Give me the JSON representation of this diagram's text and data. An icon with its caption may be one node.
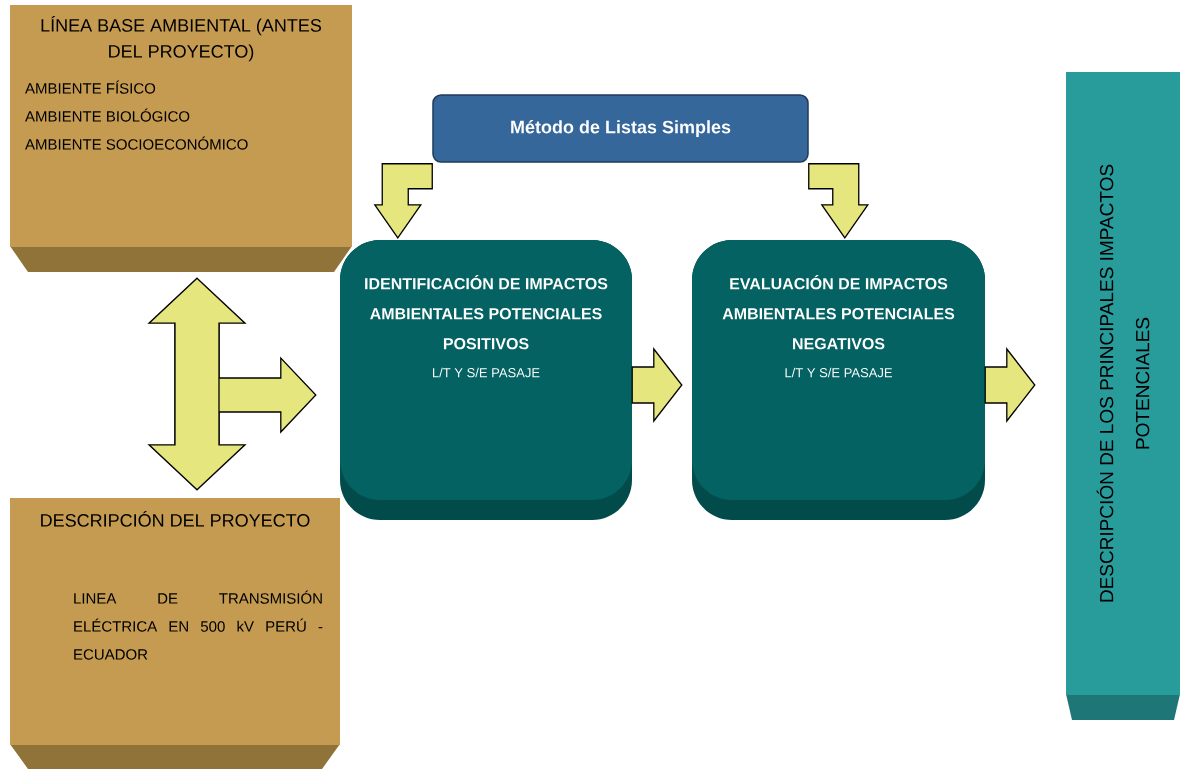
{
  "diagram": {
    "nodes": [
      {
        "text": [
          "LÍNEA BASE AMBIENTAL (ANTES DEL PROYECTO)",
          "AMBIENTE FÍSICO",
          "AMBIENTE BIOLÓGICO",
          "AMBIENTE SOCIOECONÓMICO"
        ]
      },
      {
        "text": [
          "DESCRIPCIÓN DEL PROYECTO",
          "LINEA DE TRANSMISIÓN ELÉCTRICA EN 500 kV PERÚ - ECUADOR"
        ]
      },
      {
        "text": [
          "Método de Listas Simples"
        ]
      },
      {
        "text": [
          "IDENTIFICACIÓN DE IMPACTOS AMBIENTALES POTENCIALES POSITIVOS",
          "L/T Y S/E PASAJE"
        ]
      },
      {
        "text": [
          "EVALUACIÓN DE IMPACTOS AMBIENTALES POTENCIALES NEGATIVOS",
          "L/T Y S/E PASAJE"
        ]
      },
      {
        "text": [
          "DESCRIPCIÓN DE LOS PRINCIPALES IMPACTOS POTENCIALES"
        ]
      }
    ],
    "edges": [
      {
        "from": 0,
        "to": 1,
        "arrow": "both"
      },
      {
        "from": 0,
        "to": 3,
        "arrow": "to"
      },
      {
        "from": 1,
        "to": 3,
        "arrow": "to"
      },
      {
        "from": 2,
        "to": 3,
        "arrow": "to"
      },
      {
        "from": 2,
        "to": 4,
        "arrow": "to"
      },
      {
        "from": 3,
        "to": 4,
        "arrow": "to"
      },
      {
        "from": 4,
        "to": 5,
        "arrow": "to"
      }
    ]
  }
}
